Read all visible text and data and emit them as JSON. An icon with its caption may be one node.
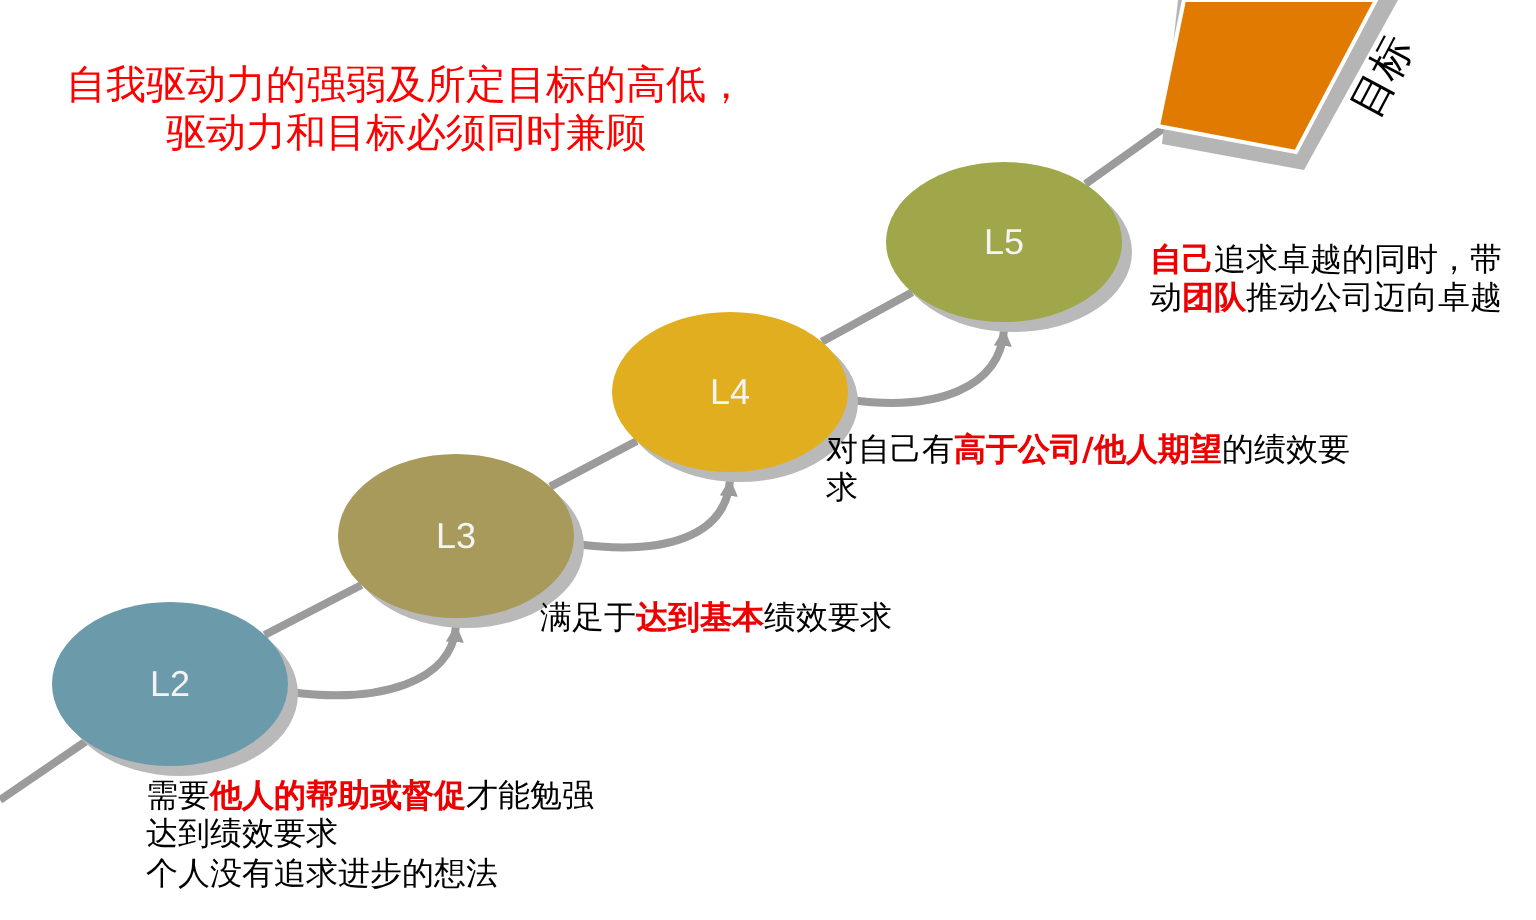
{
  "diagram": {
    "title": "自我驱动力的强弱及所定目标的高低，驱动力和目标必须同时兼顾",
    "nodes": [
      {
        "text": [
          "L2"
        ],
        "beside": [
          "需要**他人的帮助或督促**才能勉强达到绩效要求",
          "个人没有追求进步的想法"
        ]
      },
      {
        "text": [
          "L3"
        ],
        "beside": [
          "满足于**达到基本**绩效要求"
        ]
      },
      {
        "text": [
          "L4"
        ],
        "beside": [
          "对自己有**高于公司/他人期望**的绩效要求"
        ]
      },
      {
        "text": [
          "L5"
        ],
        "beside": [
          "**自己**追求卓越的同时，带动**团队**推动公司迈向卓越"
        ]
      },
      {
        "text": [
          "目标"
        ]
      }
    ],
    "edges": [
      {
        "from": null,
        "to": 0,
        "arrow": "none"
      },
      {
        "from": 0,
        "to": 1,
        "arrow": "none"
      },
      {
        "from": 1,
        "to": 2,
        "arrow": "none"
      },
      {
        "from": 2,
        "to": 3,
        "arrow": "none"
      },
      {
        "from": 3,
        "to": 4,
        "arrow": "none"
      },
      {
        "from": 0,
        "to": 1,
        "arrow": "to"
      },
      {
        "from": 1,
        "to": 2,
        "arrow": "to"
      },
      {
        "from": 2,
        "to": 3,
        "arrow": "to"
      }
    ]
  }
}
